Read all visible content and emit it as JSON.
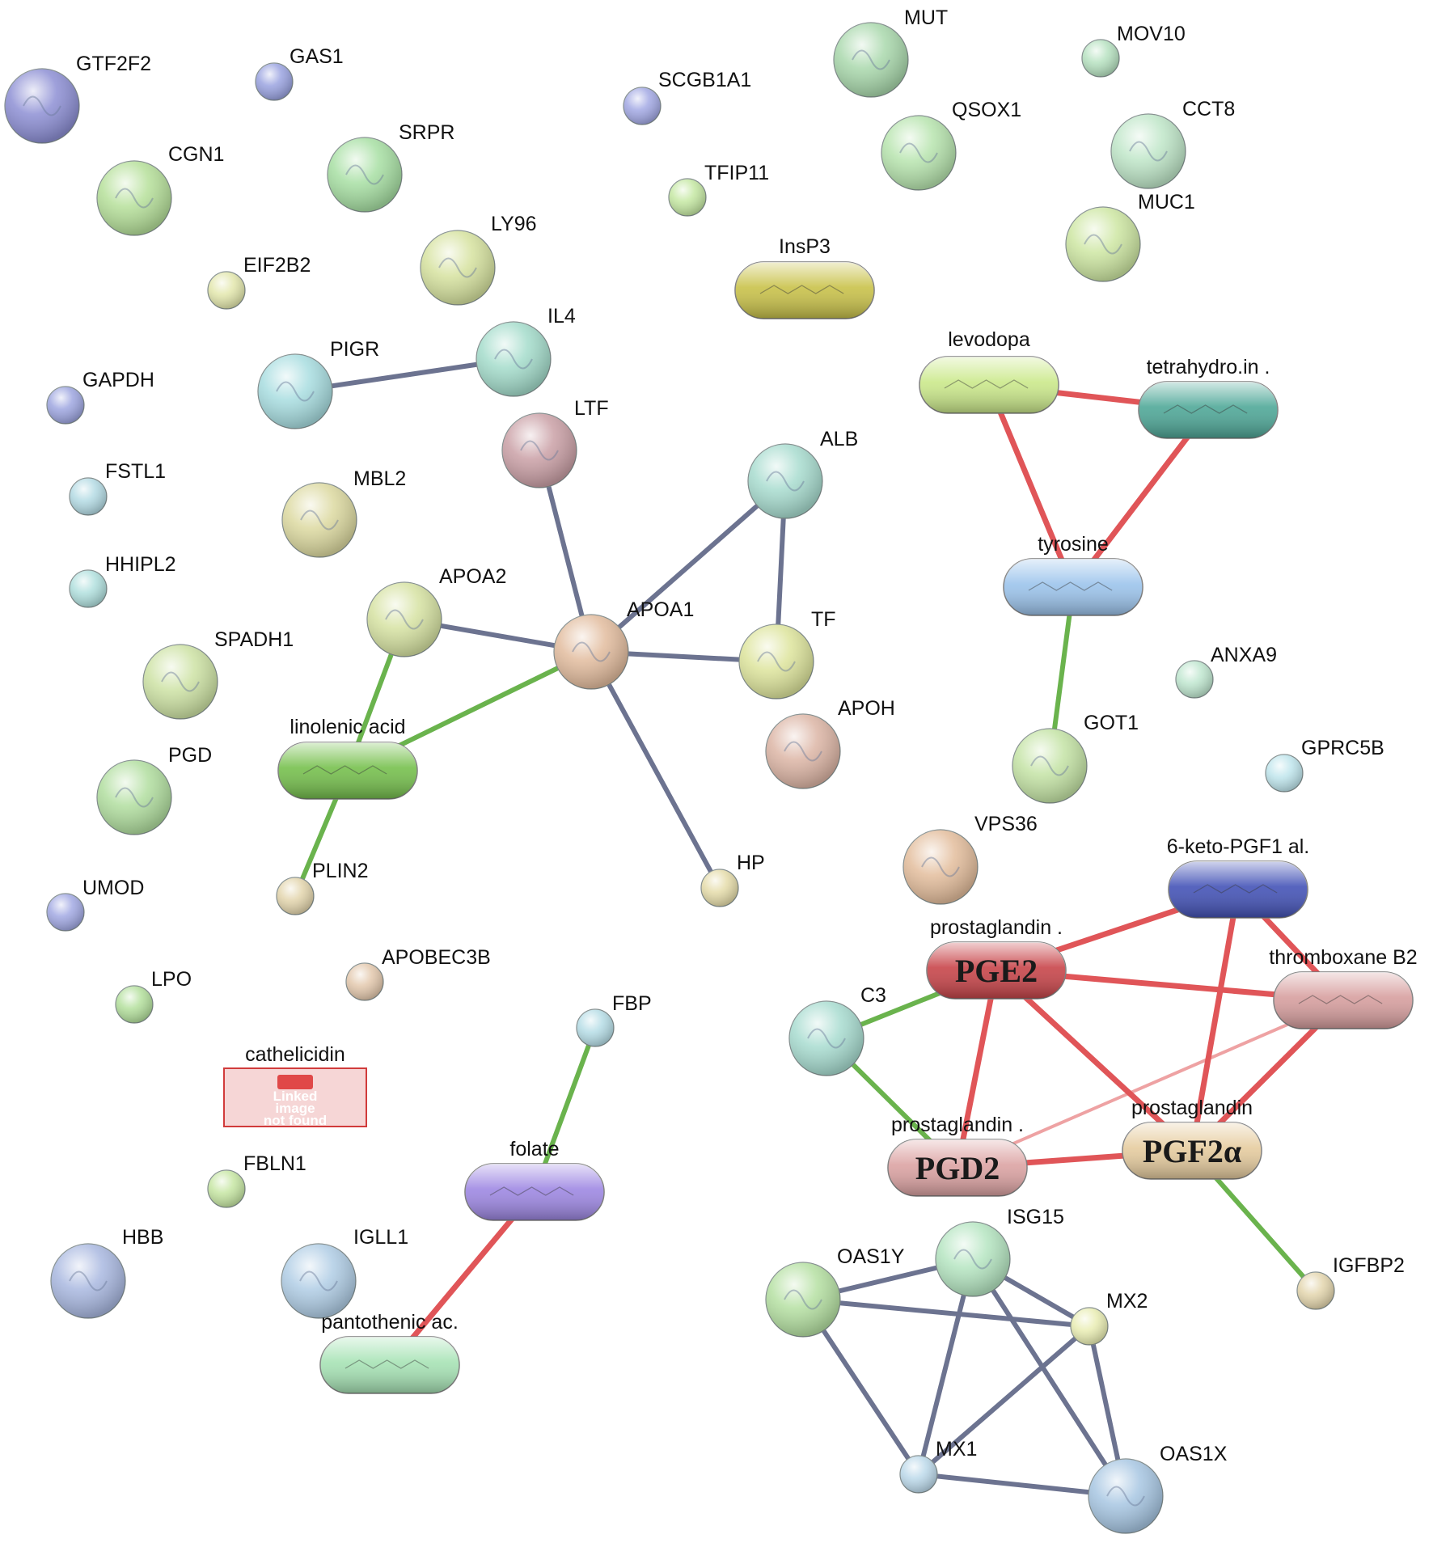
{
  "colors": {
    "background": "#ffffff",
    "protein_edge": "#6c7390",
    "chem_green_edge": "#6ab34d",
    "chem_red_edge": "#e05558"
  },
  "nodes": [
    {
      "id": "GTF2F2",
      "label": "GTF2F2",
      "color": "#8d8fd4",
      "shape": "ball"
    },
    {
      "id": "GAS1",
      "label": "GAS1",
      "color": "#9aa3e0",
      "shape": "ball"
    },
    {
      "id": "SCGB1A1",
      "label": "SCGB1A1",
      "color": "#a3a9e4",
      "shape": "ball"
    },
    {
      "id": "MUT",
      "label": "MUT",
      "color": "#a9d8ac",
      "shape": "ball"
    },
    {
      "id": "MOV10",
      "label": "MOV10",
      "color": "#b7e2c1",
      "shape": "ball"
    },
    {
      "id": "CGN1",
      "label": "CGN1",
      "color": "#b6e09a",
      "shape": "ball"
    },
    {
      "id": "SRPR",
      "label": "SRPR",
      "color": "#a7dfa3",
      "shape": "ball"
    },
    {
      "id": "QSOX1",
      "label": "QSOX1",
      "color": "#b7e4ae",
      "shape": "ball"
    },
    {
      "id": "CCT8",
      "label": "CCT8",
      "color": "#bfe6c8",
      "shape": "ball"
    },
    {
      "id": "TFIP11",
      "label": "TFIP11",
      "color": "#c5e8a3",
      "shape": "ball"
    },
    {
      "id": "MUC1",
      "label": "MUC1",
      "color": "#cde6a2",
      "shape": "ball"
    },
    {
      "id": "LY96",
      "label": "LY96",
      "color": "#d6e29f",
      "shape": "ball"
    },
    {
      "id": "EIF2B2",
      "label": "EIF2B2",
      "color": "#e3e7ad",
      "shape": "ball"
    },
    {
      "id": "InsP3",
      "label": "InsP3",
      "color": "#c9c24a",
      "shape": "pill"
    },
    {
      "id": "IL4",
      "label": "IL4",
      "color": "#a4dccb",
      "shape": "ball"
    },
    {
      "id": "PIGR",
      "label": "PIGR",
      "color": "#a8dde0",
      "shape": "ball"
    },
    {
      "id": "levodopa",
      "label": "levodopa",
      "color": "#cbe98b",
      "shape": "pill"
    },
    {
      "id": "tetrahydro",
      "label": "tetrahydro.in .",
      "color": "#4fa898",
      "shape": "pill"
    },
    {
      "id": "GAPDH",
      "label": "GAPDH",
      "color": "#9ea6e0",
      "shape": "ball"
    },
    {
      "id": "LTF",
      "label": "LTF",
      "color": "#caa0a6",
      "shape": "ball"
    },
    {
      "id": "ALB",
      "label": "ALB",
      "color": "#a8dccf",
      "shape": "ball"
    },
    {
      "id": "FSTL1",
      "label": "FSTL1",
      "color": "#b4dbe4",
      "shape": "ball"
    },
    {
      "id": "MBL2",
      "label": "MBL2",
      "color": "#dcd9a0",
      "shape": "ball"
    },
    {
      "id": "tyrosine",
      "label": "tyrosine",
      "color": "#9cc4ec",
      "shape": "pill"
    },
    {
      "id": "HHIPL2",
      "label": "HHIPL2",
      "color": "#b1e0de",
      "shape": "ball"
    },
    {
      "id": "APOA2",
      "label": "APOA2",
      "color": "#d6e2a2",
      "shape": "ball"
    },
    {
      "id": "APOA1",
      "label": "APOA1",
      "color": "#e2bc9e",
      "shape": "ball"
    },
    {
      "id": "TF",
      "label": "TF",
      "color": "#dde49c",
      "shape": "ball"
    },
    {
      "id": "SPADH1",
      "label": "SPADH1",
      "color": "#cde2a4",
      "shape": "ball"
    },
    {
      "id": "ANXA9",
      "label": "ANXA9",
      "color": "#bfe6cf",
      "shape": "ball"
    },
    {
      "id": "APOH",
      "label": "APOH",
      "color": "#dcb5a5",
      "shape": "ball"
    },
    {
      "id": "linolenic",
      "label": "linolenic acid",
      "color": "#76c04d",
      "shape": "pill"
    },
    {
      "id": "GOT1",
      "label": "GOT1",
      "color": "#c4e3a5",
      "shape": "ball"
    },
    {
      "id": "GPRC5B",
      "label": "GPRC5B",
      "color": "#bfe5ec",
      "shape": "ball"
    },
    {
      "id": "PGD",
      "label": "PGD",
      "color": "#b1de9f",
      "shape": "ball"
    },
    {
      "id": "VPS36",
      "label": "VPS36",
      "color": "#e3bd9c",
      "shape": "ball"
    },
    {
      "id": "ketoPGF",
      "label": "6-keto-PGF1 al.",
      "color": "#4453b7",
      "shape": "pill"
    },
    {
      "id": "HP",
      "label": "HP",
      "color": "#e5dcaa",
      "shape": "ball"
    },
    {
      "id": "PLIN2",
      "label": "PLIN2",
      "color": "#e3d5ad",
      "shape": "ball"
    },
    {
      "id": "UMOD",
      "label": "UMOD",
      "color": "#a2a9e3",
      "shape": "ball"
    },
    {
      "id": "PGE2",
      "label": "prostaglandin .",
      "color": "#c8454a",
      "shape": "pill",
      "big": "PGE2"
    },
    {
      "id": "thromboxane",
      "label": "thromboxane B2",
      "color": "#d79f9f",
      "shape": "pill"
    },
    {
      "id": "APOBEC3B",
      "label": "APOBEC3B",
      "color": "#e3c8ad",
      "shape": "ball"
    },
    {
      "id": "LPO",
      "label": "LPO",
      "color": "#b4e09d",
      "shape": "ball"
    },
    {
      "id": "FBP",
      "label": "FBP",
      "color": "#b6dde6",
      "shape": "ball"
    },
    {
      "id": "C3",
      "label": "C3",
      "color": "#a8dcd0",
      "shape": "ball"
    },
    {
      "id": "cathelicidin",
      "label": "cathelicidin",
      "color": "#f6d6d6",
      "shape": "broken",
      "broken_text": [
        "Linked",
        "image",
        "not found"
      ]
    },
    {
      "id": "PGD2",
      "label": "prostaglandin .",
      "color": "#dca3a3",
      "shape": "pill",
      "big": "PGD2"
    },
    {
      "id": "PGF2a",
      "label": "prostaglandin",
      "color": "#e6cc9f",
      "shape": "pill",
      "big": "PGF2α"
    },
    {
      "id": "folate",
      "label": "folate",
      "color": "#9e88e3",
      "shape": "pill"
    },
    {
      "id": "FBLN1",
      "label": "FBLN1",
      "color": "#c6e6a3",
      "shape": "ball"
    },
    {
      "id": "HBB",
      "label": "HBB",
      "color": "#a9b8e0",
      "shape": "ball"
    },
    {
      "id": "IGLL1",
      "label": "IGLL1",
      "color": "#b0cde5",
      "shape": "ball"
    },
    {
      "id": "ISG15",
      "label": "ISG15",
      "color": "#b5e5c1",
      "shape": "ball"
    },
    {
      "id": "OAS1Y",
      "label": "OAS1Y",
      "color": "#b5e0a2",
      "shape": "ball"
    },
    {
      "id": "IGFBP2",
      "label": "IGFBP2",
      "color": "#e3d5ad",
      "shape": "ball"
    },
    {
      "id": "MX2",
      "label": "MX2",
      "color": "#e9edb3",
      "shape": "ball"
    },
    {
      "id": "pantothenic",
      "label": "pantothenic ac.",
      "color": "#a7e3b5",
      "shape": "pill"
    },
    {
      "id": "MX1",
      "label": "MX1",
      "color": "#bcd9ea",
      "shape": "ball"
    },
    {
      "id": "OAS1X",
      "label": "OAS1X",
      "color": "#a7c6e2",
      "shape": "ball"
    }
  ],
  "edges": [
    {
      "source": "PIGR",
      "target": "IL4",
      "kind": "protein"
    },
    {
      "source": "LTF",
      "target": "APOA1",
      "kind": "protein"
    },
    {
      "source": "ALB",
      "target": "APOA1",
      "kind": "protein"
    },
    {
      "source": "ALB",
      "target": "TF",
      "kind": "protein"
    },
    {
      "source": "APOA2",
      "target": "APOA1",
      "kind": "protein"
    },
    {
      "source": "APOA1",
      "target": "TF",
      "kind": "protein"
    },
    {
      "source": "APOA1",
      "target": "HP",
      "kind": "protein"
    },
    {
      "source": "APOA2",
      "target": "linolenic",
      "kind": "green"
    },
    {
      "source": "APOA1",
      "target": "linolenic",
      "kind": "green"
    },
    {
      "source": "linolenic",
      "target": "PLIN2",
      "kind": "green"
    },
    {
      "source": "levodopa",
      "target": "tetrahydro",
      "kind": "red"
    },
    {
      "source": "levodopa",
      "target": "tyrosine",
      "kind": "red"
    },
    {
      "source": "tetrahydro",
      "target": "tyrosine",
      "kind": "red"
    },
    {
      "source": "tyrosine",
      "target": "GOT1",
      "kind": "green"
    },
    {
      "source": "FBP",
      "target": "folate",
      "kind": "green"
    },
    {
      "source": "folate",
      "target": "pantothenic",
      "kind": "red"
    },
    {
      "source": "PGE2",
      "target": "ketoPGF",
      "kind": "red"
    },
    {
      "source": "PGE2",
      "target": "thromboxane",
      "kind": "red"
    },
    {
      "source": "PGE2",
      "target": "PGD2",
      "kind": "red"
    },
    {
      "source": "PGE2",
      "target": "PGF2a",
      "kind": "red"
    },
    {
      "source": "ketoPGF",
      "target": "thromboxane",
      "kind": "red"
    },
    {
      "source": "ketoPGF",
      "target": "PGF2a",
      "kind": "red"
    },
    {
      "source": "thromboxane",
      "target": "PGD2",
      "kind": "redlight"
    },
    {
      "source": "thromboxane",
      "target": "PGF2a",
      "kind": "red"
    },
    {
      "source": "PGD2",
      "target": "PGF2a",
      "kind": "red"
    },
    {
      "source": "C3",
      "target": "PGE2",
      "kind": "green"
    },
    {
      "source": "C3",
      "target": "PGD2",
      "kind": "green"
    },
    {
      "source": "PGF2a",
      "target": "IGFBP2",
      "kind": "green"
    },
    {
      "source": "ISG15",
      "target": "OAS1Y",
      "kind": "protein"
    },
    {
      "source": "ISG15",
      "target": "MX2",
      "kind": "protein"
    },
    {
      "source": "ISG15",
      "target": "MX1",
      "kind": "protein"
    },
    {
      "source": "ISG15",
      "target": "OAS1X",
      "kind": "protein"
    },
    {
      "source": "OAS1Y",
      "target": "MX2",
      "kind": "protein"
    },
    {
      "source": "OAS1Y",
      "target": "MX1",
      "kind": "protein"
    },
    {
      "source": "MX2",
      "target": "MX1",
      "kind": "protein"
    },
    {
      "source": "MX2",
      "target": "OAS1X",
      "kind": "protein"
    },
    {
      "source": "MX1",
      "target": "OAS1X",
      "kind": "protein"
    }
  ]
}
